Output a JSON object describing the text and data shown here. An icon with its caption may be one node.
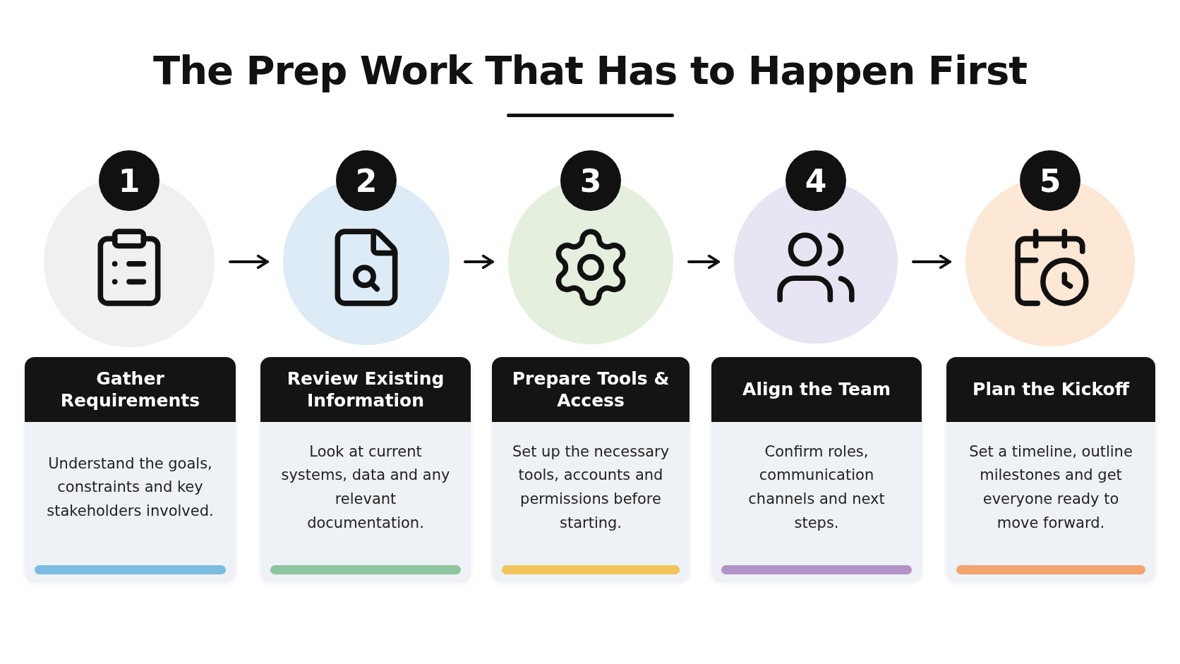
{
  "diagram": {
    "title": "The Prep Work That Has to Happen First",
    "nodes": [
      {
        "text": [
          "1"
        ]
      },
      {
        "text": [
          "Gather Requirements",
          "Understand the goals, constraints and key stakeholders involved."
        ]
      },
      {
        "text": [
          "2"
        ]
      },
      {
        "text": [
          "Review Existing Information",
          "Look at current systems, data and any relevant documentation."
        ]
      },
      {
        "text": [
          "3"
        ]
      },
      {
        "text": [
          "Prepare Tools & Access",
          "Set up the necessary tools, accounts and permissions before starting."
        ]
      },
      {
        "text": [
          "4"
        ]
      },
      {
        "text": [
          "Align the Team",
          "Confirm roles, communication channels and next steps."
        ]
      },
      {
        "text": [
          "5"
        ]
      },
      {
        "text": [
          "Plan the Kickoff",
          "Set a timeline, outline milestones and get everyone ready to move forward."
        ]
      }
    ],
    "edges": [
      {
        "from": 0,
        "to": 2,
        "arrow": "to"
      },
      {
        "from": 2,
        "to": 4,
        "arrow": "to"
      },
      {
        "from": 4,
        "to": 6,
        "arrow": "to"
      },
      {
        "from": 6,
        "to": 8,
        "arrow": "to"
      }
    ]
  }
}
